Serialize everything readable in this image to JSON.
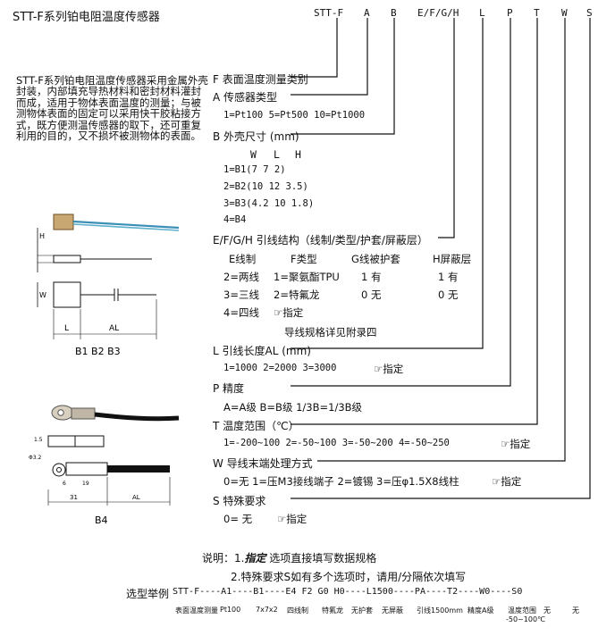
{
  "title": "STT-F系列铂电阻温度传感器",
  "intro": "STT-F系列铂电阻温度传感器采用金属外壳封装，内部填充导热材料和密封材料灌封而成，适用于物体表面温度的测量；与被测物体表面的固定可以采用快干胶粘接方式，既方便测温传感器的取下，还可重复利用的目的，又不损坏被测物体的表面。",
  "model_code": [
    "STT-F",
    "A",
    "B",
    "E/F/G/H",
    "L",
    "P",
    "T",
    "W",
    "S"
  ],
  "sections": {
    "F": {
      "title": "F 表面温度测量类别"
    },
    "A": {
      "title": "A 传感器类型",
      "line": "1=Pt100  5=Pt500  10=Pt1000"
    },
    "B": {
      "title": "B 外壳尺寸 (mm)",
      "headers": [
        "W",
        "L",
        "H"
      ],
      "rows": [
        "1=B1(7    7    2)",
        "2=B2(10   12   3.5)",
        "3=B3(4.2  10   1.8)",
        "4=B4"
      ]
    },
    "EFGH": {
      "title": "E/F/G/H 引线结构（线制/类型/护套/屏蔽层）",
      "headers": [
        "E线制",
        "F类型",
        "G线被护套",
        "H屏蔽层"
      ],
      "rows": [
        [
          "2=两线",
          "1=聚氨酯TPU",
          "1 有",
          "1 有"
        ],
        [
          "3=三线",
          "2=特氟龙",
          "0 无",
          "0 无"
        ],
        [
          "4=四线",
          "☞指定",
          "",
          ""
        ]
      ],
      "note": "导线规格详见附录四"
    },
    "L": {
      "title": "L 引线长度AL (mm)",
      "line": "1=1000   2=2000   3=3000",
      "specify": "☞指定"
    },
    "P": {
      "title": "P 精度",
      "line": "A=A级       B=B级       1/3B=1/3B级"
    },
    "T": {
      "title": "T 温度范围（℃）",
      "line": "1=-200~100    2=-50~100    3=-50~200    4=-50~250",
      "specify": "☞指定"
    },
    "W": {
      "title": "W 导线末端处理方式",
      "line": "0=无   1=压M3接线端子  2=镀锡  3=压φ1.5X8线柱",
      "specify": "☞指定"
    },
    "S": {
      "title": "S 特殊要求",
      "line": "0= 无",
      "specify": "☞指定"
    }
  },
  "notes": {
    "line1_prefix": "说明：1.",
    "line1_em": "指定",
    "line1_rest": " 选项直接填写数据规格",
    "line2": "2.特殊要求S如有多个选项时，请用/分隔依次填写"
  },
  "example": {
    "label": "选型举例",
    "code": "STT-F----A1----B1----E4    F2    G0    H0----L1500----PA----T2----W0----S0",
    "legend": [
      "表面温度测量",
      "Pt100",
      "7x7x2",
      "四线制",
      "特氟龙",
      "无护套",
      "无屏蔽",
      "引线1500mm",
      "精度A级",
      "温度范围",
      "-50~100℃",
      "无",
      "无"
    ]
  },
  "figures": {
    "b123_caption": "B1  B2  B3",
    "b4_caption": "B4",
    "dim_labels": {
      "W": "W",
      "H": "H",
      "L": "L",
      "AL": "AL",
      "d32": "Φ3.2",
      "d15": "1.5",
      "d6": "6",
      "d19": "19",
      "d31": "31"
    }
  }
}
